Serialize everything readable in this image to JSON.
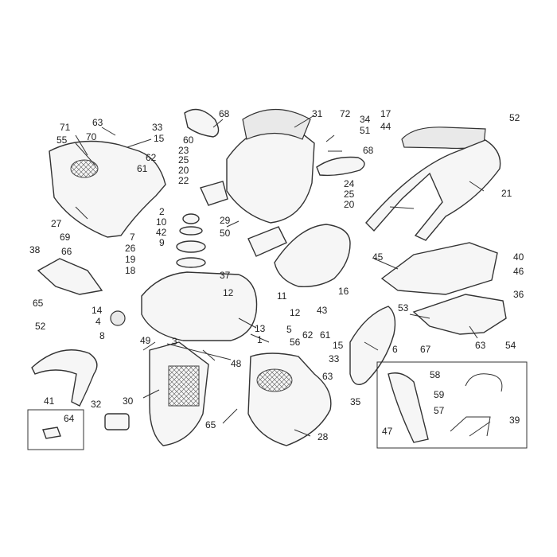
{
  "labels": {
    "n1": "1",
    "n2": "2",
    "n3": "3",
    "n5": "5",
    "n6": "6",
    "n7": "7",
    "n8": "8",
    "n9": "9",
    "n10": "10",
    "n11": "11",
    "n12a": "12",
    "n12b": "12",
    "n13": "13",
    "n14": "14",
    "n15a": "15",
    "n15b": "15",
    "n16": "16",
    "n17": "17",
    "n18": "18",
    "n19": "19",
    "n20a": "20",
    "n20b": "20",
    "n21": "21",
    "n22": "22",
    "n23": "23",
    "n24": "24",
    "n25a": "25",
    "n25b": "25",
    "n26": "26",
    "n27": "27",
    "n28": "28",
    "n29": "29",
    "n30": "30",
    "n31": "31",
    "n32": "32",
    "n33a": "33",
    "n33b": "33",
    "n34": "34",
    "n35": "35",
    "n36": "36",
    "n37": "37",
    "n38": "38",
    "n39": "39",
    "n40": "40",
    "n41": "41",
    "n42": "42",
    "n43": "43",
    "n44": "44",
    "n45": "45",
    "n46": "46",
    "n47": "47",
    "n48": "48",
    "n49": "49",
    "n4": "4",
    "n50": "50",
    "n51": "51",
    "n52a": "52",
    "n52b": "52",
    "n53": "53",
    "n54": "54",
    "n55": "55",
    "n56": "56",
    "n57": "57",
    "n58": "58",
    "n59": "59",
    "n60": "60",
    "n61a": "61",
    "n61b": "61",
    "n62a": "62",
    "n62b": "62",
    "n63a": "63",
    "n63b": "63",
    "n63c": "63",
    "n64": "64",
    "n65a": "65",
    "n65b": "65",
    "n66": "66",
    "n67": "67",
    "n68a": "68",
    "n68b": "68",
    "n69": "69",
    "n70": "70",
    "n71": "71",
    "n72": "72"
  },
  "colors": {
    "line": "#333333",
    "fill": "#f6f6f6",
    "background": "#ffffff"
  }
}
